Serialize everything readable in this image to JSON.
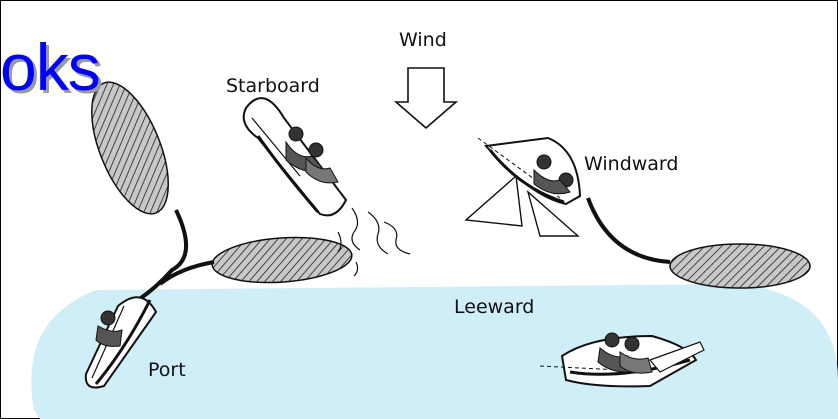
{
  "title_fragment": "oks",
  "labels": {
    "wind": "Wind",
    "starboard": "Starboard",
    "windward": "Windward",
    "leeward": "Leeward",
    "port": "Port"
  },
  "colors": {
    "title": "#0000ff",
    "water": "#cfeef8",
    "ink": "#111111",
    "hatch_fill": "#c8c8c8"
  }
}
